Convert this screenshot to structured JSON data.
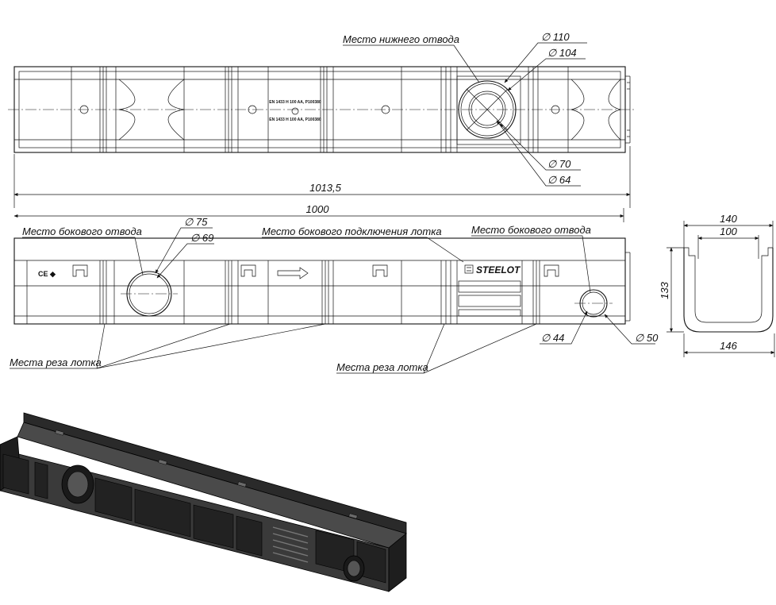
{
  "top_view": {
    "bottom_outlet_label": "Место нижнего отвода",
    "dia_110": "∅ 110",
    "dia_104": "∅ 104",
    "dia_70": "∅ 70",
    "dia_64": "∅ 64",
    "stamp_line_1": "EN 1433 H 100 AA, P100380",
    "stamp_line_2": "EN 1433 H 100 AA, P100380"
  },
  "dimensions": {
    "overall_length": "1013,5",
    "body_length": "1000",
    "width_outer": "140",
    "width_inner": "100",
    "height": "133",
    "base_width": "146"
  },
  "side_view": {
    "side_outlet_label_left": "Место бокового отвода",
    "side_connection_label": "Место бокового подключения лотка",
    "side_outlet_label_right": "Место бокового отвода",
    "dia_75": "∅ 75",
    "dia_69": "∅ 69",
    "dia_44": "∅ 44",
    "dia_50": "∅ 50",
    "cut_label_left": "Места реза лотка",
    "cut_label_right": "Места реза лотка",
    "brand": "STEELOT",
    "ce_mark": "CE ◆"
  },
  "icons": [
    "flow-arrow-icon",
    "brand-logo-icon",
    "ce-mark-icon"
  ]
}
